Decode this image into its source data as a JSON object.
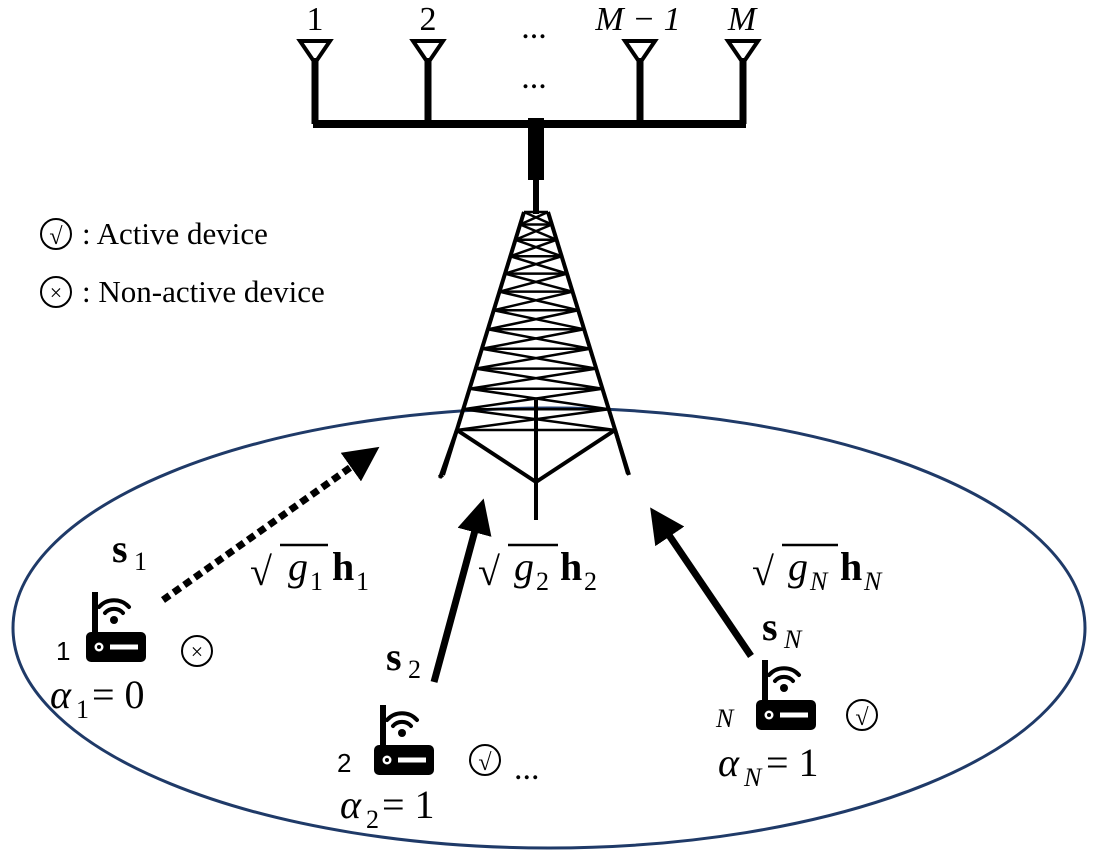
{
  "antennas": {
    "labels": [
      "1",
      "2",
      "M − 1",
      "M"
    ],
    "dots_top": "...",
    "dots_mid": "..."
  },
  "legend": {
    "active_symbol": "√",
    "active_text": ": Active device",
    "inactive_symbol": "×",
    "inactive_text": ": Non-active device"
  },
  "devices": [
    {
      "number": "1",
      "signal_base": "s",
      "signal_sub": "1",
      "alpha_base": "α",
      "alpha_sub": "1",
      "alpha_eq": " = 0",
      "status": "non-active",
      "status_symbol": "×"
    },
    {
      "number": "2",
      "signal_base": "s",
      "signal_sub": "2",
      "alpha_base": "α",
      "alpha_sub": "2",
      "alpha_eq": " = 1",
      "status": "active",
      "status_symbol": "√",
      "trailing": "..."
    },
    {
      "number": "N",
      "signal_base": "s",
      "signal_sub": "N",
      "alpha_base": "α",
      "alpha_sub": "N",
      "alpha_eq": " = 1",
      "status": "active",
      "status_symbol": "√"
    }
  ],
  "channels": [
    {
      "sqrt": "√",
      "g_base": "g",
      "g_sub": "1",
      "h_base": "h",
      "h_sub": "1",
      "link": "dashed"
    },
    {
      "sqrt": "√",
      "g_base": "g",
      "g_sub": "2",
      "h_base": "h",
      "h_sub": "2",
      "link": "solid"
    },
    {
      "sqrt": "√",
      "g_base": "g",
      "g_sub": "N",
      "h_base": "h",
      "h_sub": "N",
      "link": "solid"
    }
  ],
  "colors": {
    "cell_outline": "#1f3a68",
    "ink": "#000000"
  }
}
